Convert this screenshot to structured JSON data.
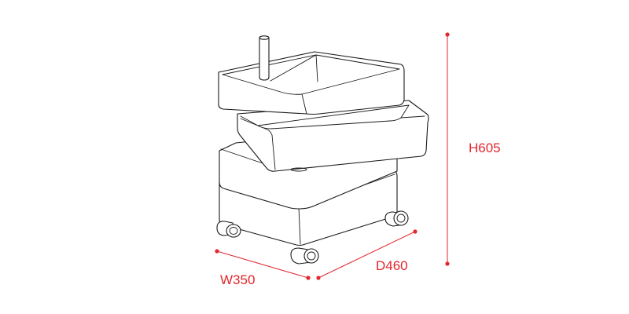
{
  "dimensions": {
    "height_label": "H605",
    "width_label": "W350",
    "depth_label": "D460"
  },
  "colors": {
    "dimension": "#e3262e",
    "outline": "#1a1a1a",
    "background": "#ffffff"
  }
}
